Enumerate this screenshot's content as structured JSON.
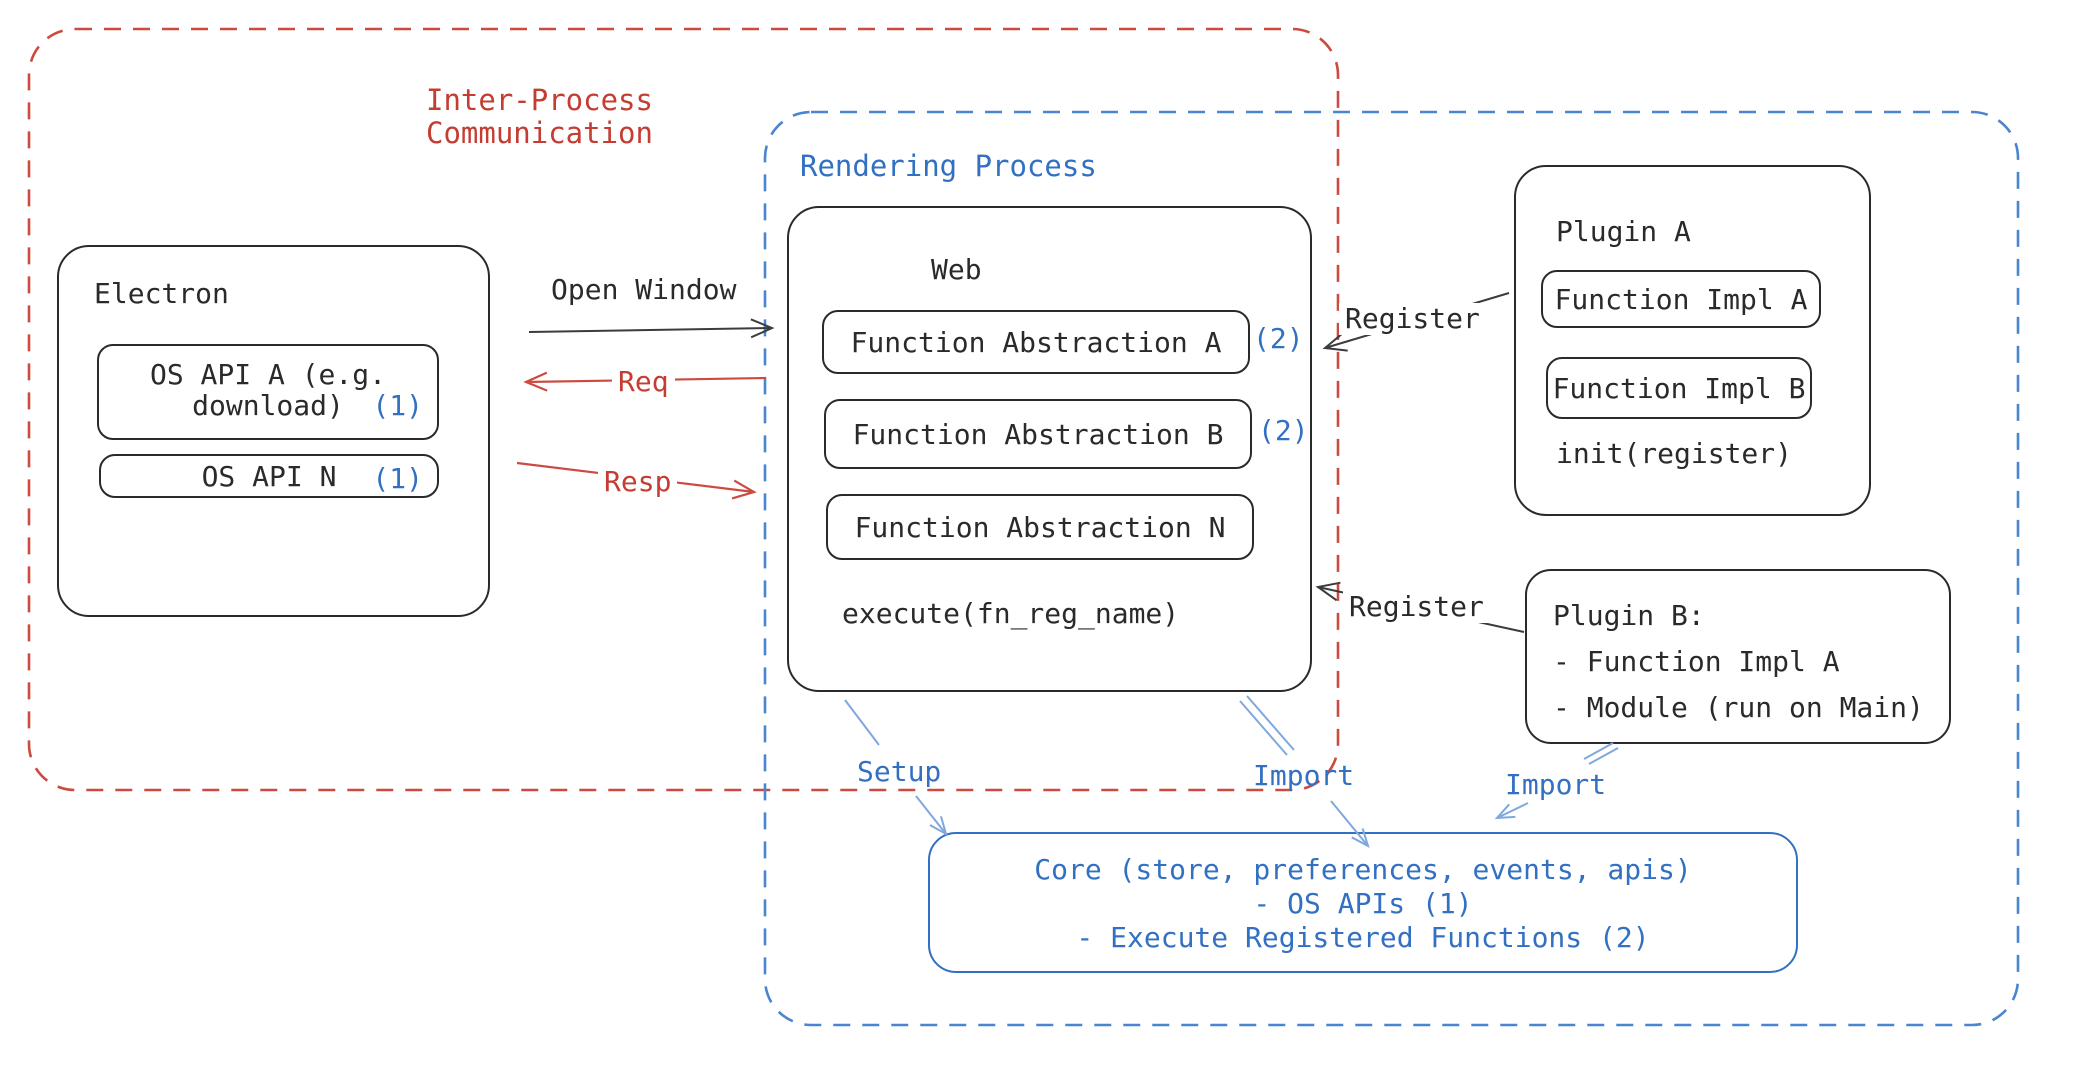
{
  "colors": {
    "red-dash": "#cc4a40",
    "red-text": "#c43d32",
    "blue-text": "#3270c2",
    "blue-dash": "#4a86cf",
    "blue-light": "#7fa8dc",
    "ink": "#2a2a2a",
    "ink-line": "#3c3c3c"
  },
  "ipc_group": {
    "label_line1": "Inter-Process",
    "label_line2": "Communication"
  },
  "rendering_group": {
    "label": "Rendering Process"
  },
  "electron": {
    "title": "Electron",
    "api_a_line1": "OS API A (e.g.",
    "api_a_line2": "download)",
    "api_a_badge": "(1)",
    "api_n_label": "OS API N",
    "api_n_badge": "(1)"
  },
  "web": {
    "title": "Web",
    "fa_a": "Function Abstraction A",
    "fa_a_badge": "(2)",
    "fa_b": "Function Abstraction B",
    "fa_b_badge": "(2)",
    "fa_n": "Function Abstraction N",
    "execute": "execute(fn_reg_name)"
  },
  "plugin_a": {
    "title": "Plugin A",
    "impl_a": "Function Impl A",
    "impl_b": "Function Impl B",
    "init": "init(register)"
  },
  "plugin_b": {
    "lines": [
      "Plugin B:",
      "- Function Impl A",
      "- Module (run on Main)"
    ]
  },
  "core": {
    "lines": [
      "Core (store, preferences, events, apis)",
      "- OS APIs (1)",
      "- Execute Registered Functions (2)"
    ]
  },
  "arrows": {
    "open_window": "Open Window",
    "req": "Req",
    "resp": "Resp",
    "register_a": "Register",
    "register_b": "Register",
    "setup": "Setup",
    "import_web": "Import",
    "import_plugin": "Import"
  }
}
